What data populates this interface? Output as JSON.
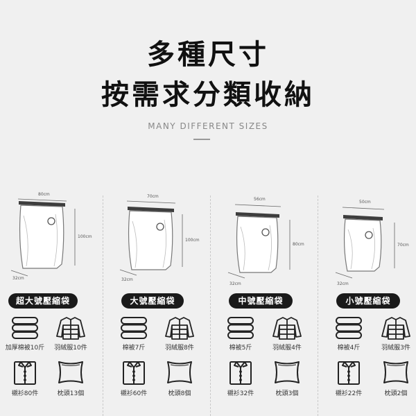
{
  "header": {
    "title_line1": "多種尺寸",
    "title_line2": "按需求分類收納",
    "subtitle": "MANY DIFFERENT SIZES"
  },
  "sizes": [
    {
      "name": "超大號壓縮袋",
      "width_label": "80cm",
      "height_label": "100cm",
      "depth_label": "32cm",
      "items": [
        {
          "icon": "folded-blanket-icon",
          "label": "加厚棉被10斤"
        },
        {
          "icon": "down-jacket-icon",
          "label": "羽絨服10件"
        },
        {
          "icon": "shirt-icon",
          "label": "襯衫80件"
        },
        {
          "icon": "pillow-icon",
          "label": "枕頭13個"
        }
      ]
    },
    {
      "name": "大號壓縮袋",
      "width_label": "70cm",
      "height_label": "100cm",
      "depth_label": "32cm",
      "items": [
        {
          "icon": "folded-blanket-icon",
          "label": "棉被7斤"
        },
        {
          "icon": "down-jacket-icon",
          "label": "羽絨服8件"
        },
        {
          "icon": "shirt-icon",
          "label": "襯衫60件"
        },
        {
          "icon": "pillow-icon",
          "label": "枕頭8個"
        }
      ]
    },
    {
      "name": "中號壓縮袋",
      "width_label": "56cm",
      "height_label": "80cm",
      "depth_label": "32cm",
      "items": [
        {
          "icon": "folded-blanket-icon",
          "label": "棉被5斤"
        },
        {
          "icon": "down-jacket-icon",
          "label": "羽絨服4件"
        },
        {
          "icon": "shirt-icon",
          "label": "襯衫32件"
        },
        {
          "icon": "pillow-icon",
          "label": "枕頭3個"
        }
      ]
    },
    {
      "name": "小號壓縮袋",
      "width_label": "50cm",
      "height_label": "70cm",
      "depth_label": "32cm",
      "items": [
        {
          "icon": "folded-blanket-icon",
          "label": "棉被4斤"
        },
        {
          "icon": "down-jacket-icon",
          "label": "羽絨服3件"
        },
        {
          "icon": "shirt-icon",
          "label": "襯衫22件"
        },
        {
          "icon": "pillow-icon",
          "label": "枕頭2個"
        }
      ]
    }
  ]
}
